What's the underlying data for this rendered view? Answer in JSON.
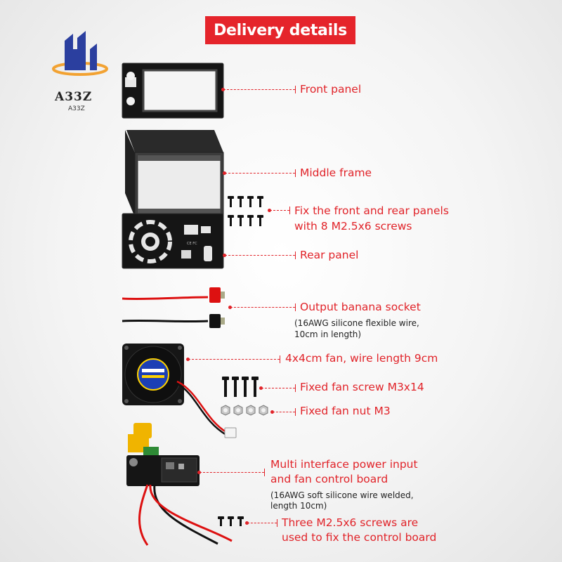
{
  "logo": {
    "mark": "A33Z",
    "sub": "A33Z"
  },
  "title": "Delivery details",
  "colors": {
    "accent": "#e12329",
    "banner": "#e5242b",
    "logo_blue": "#2b3f9f",
    "logo_orange": "#f2a232"
  },
  "items": [
    {
      "label": "Front panel"
    },
    {
      "label": "Middle frame"
    },
    {
      "label": [
        "Fix the front and rear panels",
        "with 8 M2.5x6 screws"
      ]
    },
    {
      "label": "Rear panel"
    },
    {
      "label": "Output banana socket",
      "note": [
        "(16AWG silicone flexible wire,",
        "10cm in length)"
      ]
    },
    {
      "label": "4x4cm fan, wire length 9cm"
    },
    {
      "label": "Fixed fan screw M3x14"
    },
    {
      "label": "Fixed fan nut M3"
    },
    {
      "label": [
        "Multi interface power input",
        "and fan control board"
      ],
      "note": [
        "(16AWG soft silicone wire welded,",
        "length 10cm)"
      ]
    },
    {
      "label": [
        "Three M2.5x6 screws are",
        "used to fix the control board"
      ]
    }
  ]
}
